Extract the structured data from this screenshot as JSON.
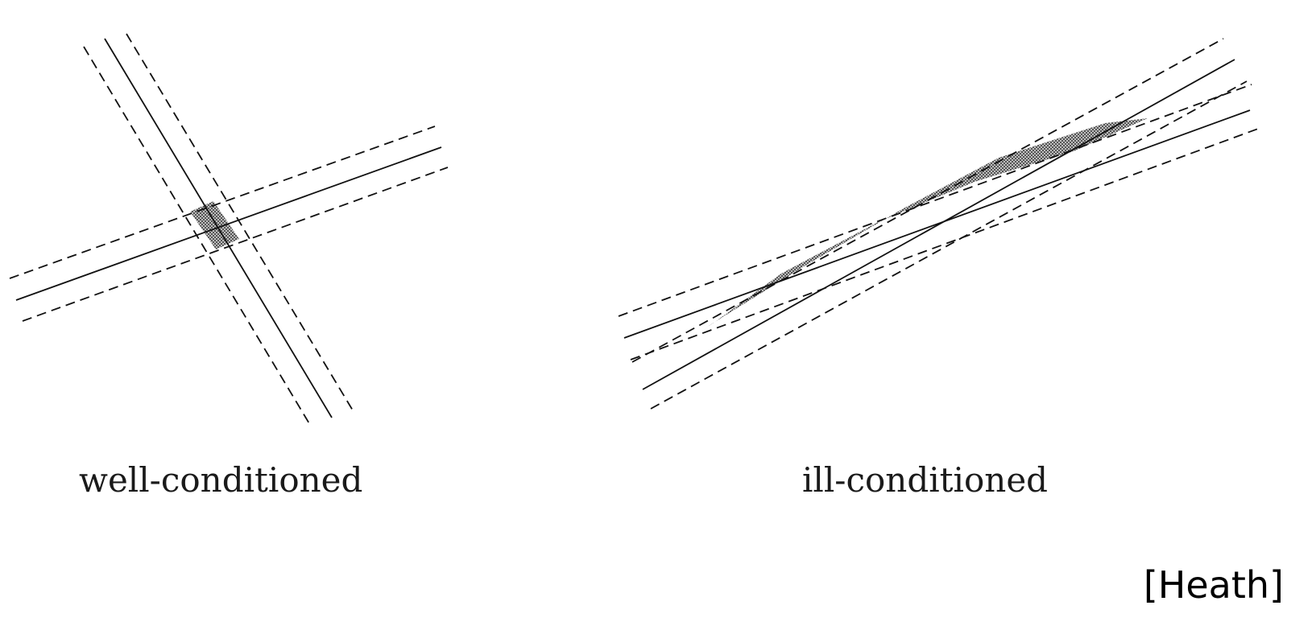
{
  "panels": [
    {
      "id": "well",
      "caption": "well-conditioned"
    },
    {
      "id": "ill",
      "caption": "ill-conditioned"
    }
  ],
  "citation": "[Heath]",
  "colors": {
    "ink": "#111111",
    "region": "#7a7a7a",
    "background": "#ffffff"
  }
}
